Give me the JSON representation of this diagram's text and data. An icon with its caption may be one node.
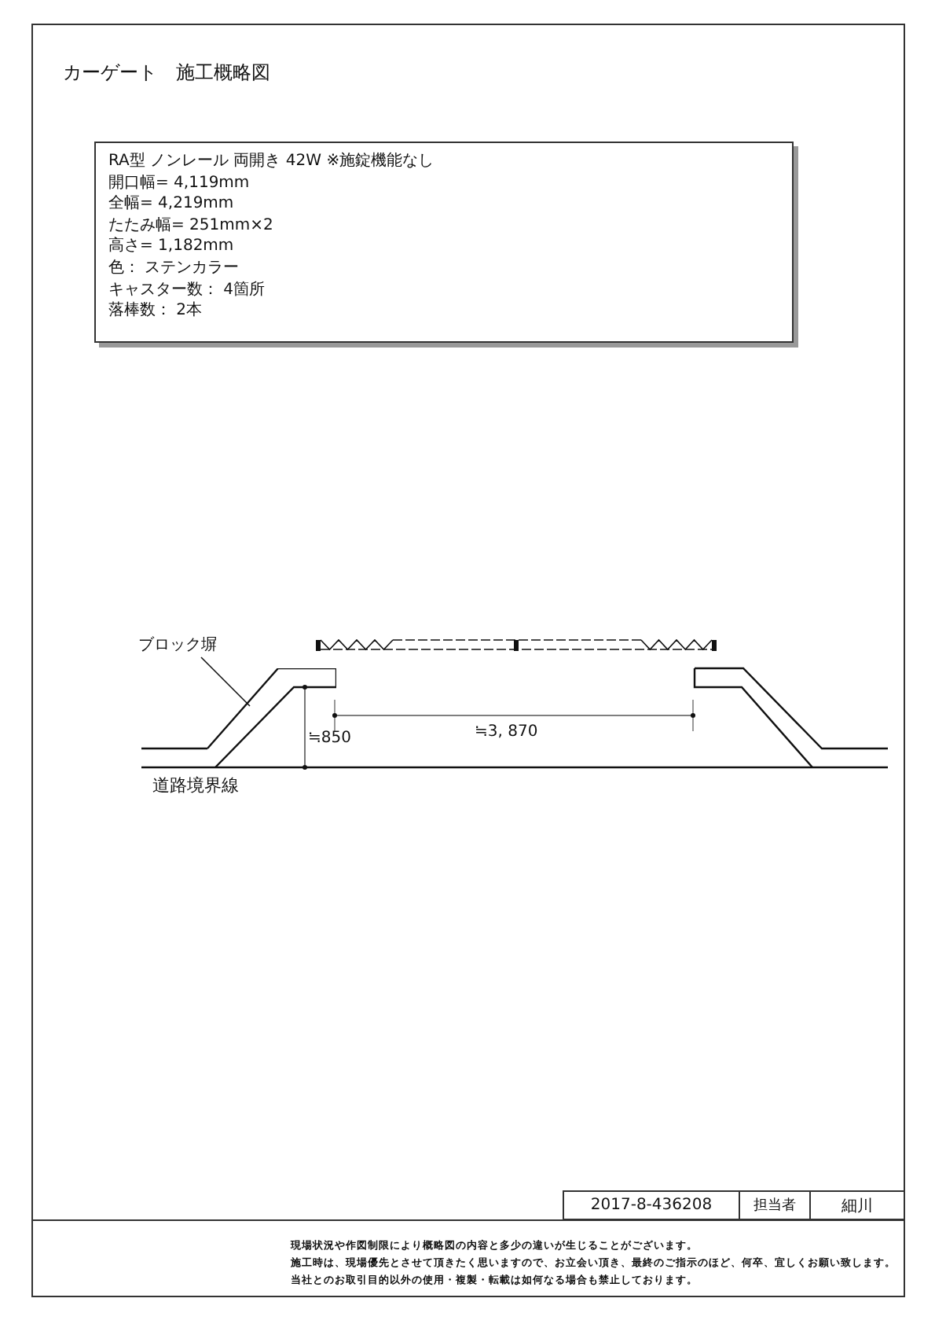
{
  "diagram": {
    "title": "カーゲート　施工概略図",
    "nodes": [
      {
        "text": [
          "RA型 ノンレール 両開き 42W ※施錠機能なし",
          "開口幅= 4,119mm",
          "全幅= 4,219mm",
          "たたみ幅= 251mm×2",
          "高さ= 1,182mm",
          "色： ステンカラー",
          "キャスター数： 4箇所",
          "落棒数： 2本"
        ]
      },
      {
        "text": [
          "ブロック塀"
        ]
      },
      {
        "text": [],
        "shape": "picture"
      }
    ],
    "edges": [
      {
        "from": 1,
        "to": 2,
        "arrow": "none"
      }
    ],
    "labels": [
      "道路境界線",
      "≒850",
      "≒3, 870",
      "2017-8-436208",
      "担当者",
      "細川",
      "現場状況や作図制限により概略図の内容と多少の違いが生じることがございます。",
      "施工時は、現場優先とさせて頂きたく思いますので、お立会い頂き、最終のご指示のほど、何卒、宜しくお願い致します。",
      "当社とのお取引目的以外の使用・複製・転載は如何なる場合も禁止しております。"
    ]
  }
}
